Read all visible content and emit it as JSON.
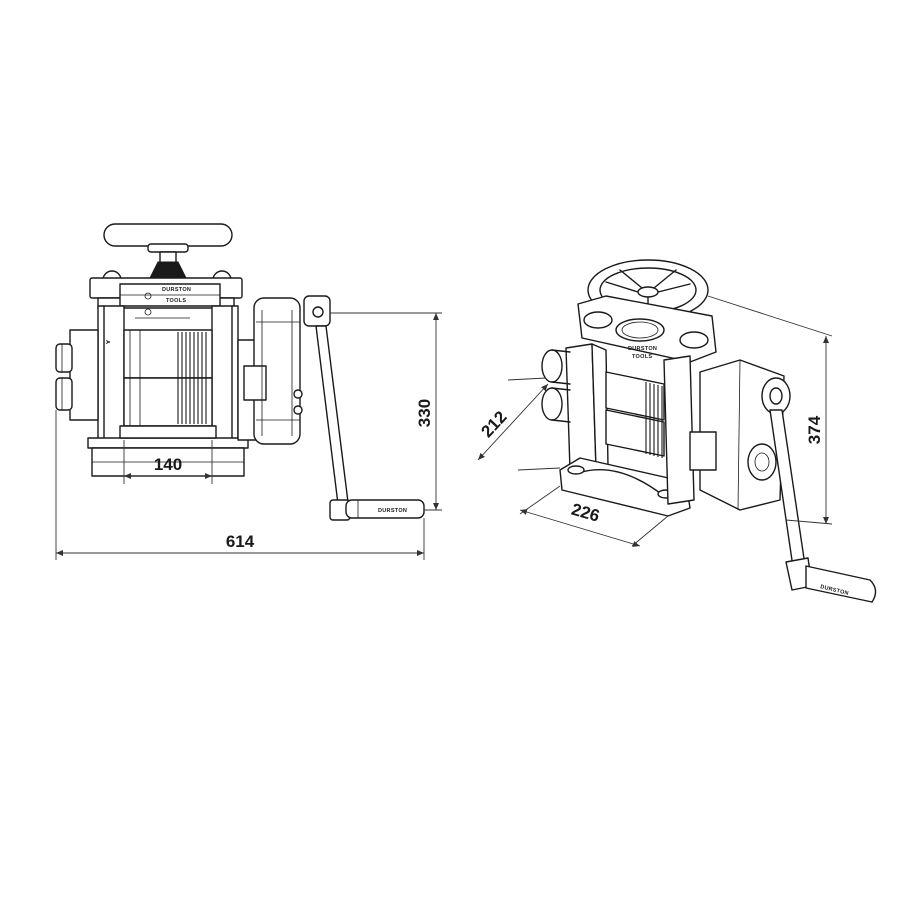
{
  "dimensions": {
    "front_roller_width": "140",
    "front_total_width": "614",
    "front_height": "330",
    "iso_depth": "212",
    "iso_width": "226",
    "iso_height": "374"
  },
  "labels": {
    "front_brand": "DURSTON",
    "front_brand_sub": "TOOLS",
    "front_handle_brand": "DURSTON",
    "iso_brand": "DURSTON",
    "iso_brand_sub": "TOOLS",
    "iso_handle_brand": "DURSTON"
  },
  "colors": {
    "line": "#1a1a1a",
    "background": "#ffffff"
  }
}
